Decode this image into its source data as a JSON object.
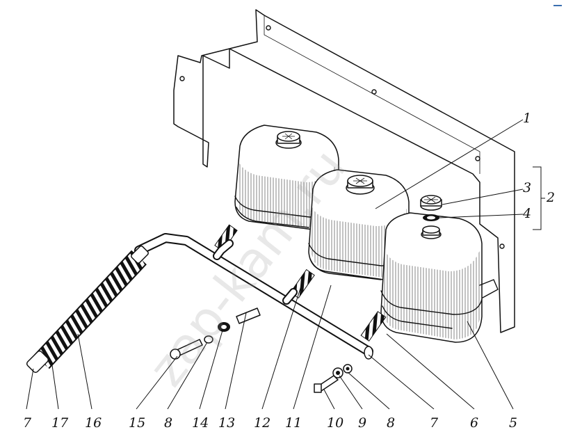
{
  "watermark": "zap-kam.ru",
  "callouts": [
    {
      "id": "c1",
      "text": "1"
    },
    {
      "id": "c2",
      "text": "2"
    },
    {
      "id": "c3",
      "text": "3"
    },
    {
      "id": "c4",
      "text": "4"
    },
    {
      "id": "c5",
      "text": "5"
    },
    {
      "id": "c6",
      "text": "6"
    },
    {
      "id": "c7r",
      "text": "7"
    },
    {
      "id": "c8r",
      "text": "8"
    },
    {
      "id": "c9",
      "text": "9"
    },
    {
      "id": "c10",
      "text": "10"
    },
    {
      "id": "c11",
      "text": "11"
    },
    {
      "id": "c12",
      "text": "12"
    },
    {
      "id": "c13",
      "text": "13"
    },
    {
      "id": "c14",
      "text": "14"
    },
    {
      "id": "c8l",
      "text": "8"
    },
    {
      "id": "c15",
      "text": "15"
    },
    {
      "id": "c16",
      "text": "16"
    },
    {
      "id": "c17",
      "text": "17"
    },
    {
      "id": "c7l",
      "text": "7"
    }
  ]
}
